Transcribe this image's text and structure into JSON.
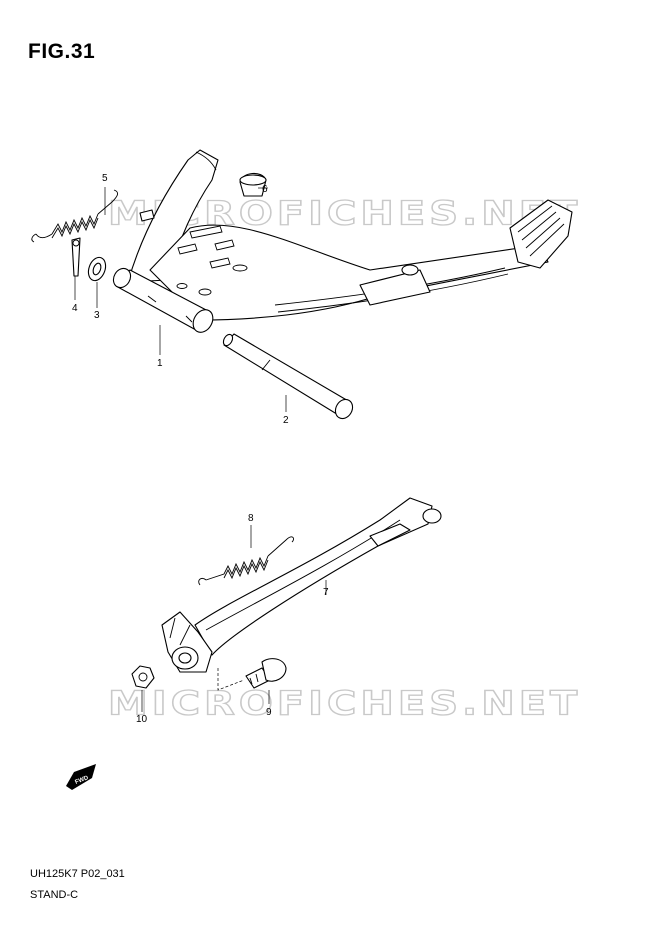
{
  "figure_title": "FIG.31",
  "watermark": "MICROFICHES.NET",
  "callouts": [
    {
      "id": "1",
      "label": "1"
    },
    {
      "id": "2",
      "label": "2"
    },
    {
      "id": "3",
      "label": "3"
    },
    {
      "id": "4",
      "label": "4"
    },
    {
      "id": "5",
      "label": "5"
    },
    {
      "id": "6",
      "label": "6"
    },
    {
      "id": "7",
      "label": "7"
    },
    {
      "id": "8",
      "label": "8"
    },
    {
      "id": "9",
      "label": "9"
    },
    {
      "id": "10",
      "label": "10"
    }
  ],
  "fwd_badge": "FWD",
  "footer": {
    "code": "UH125K7 P02_031",
    "name": "STAND-C"
  }
}
